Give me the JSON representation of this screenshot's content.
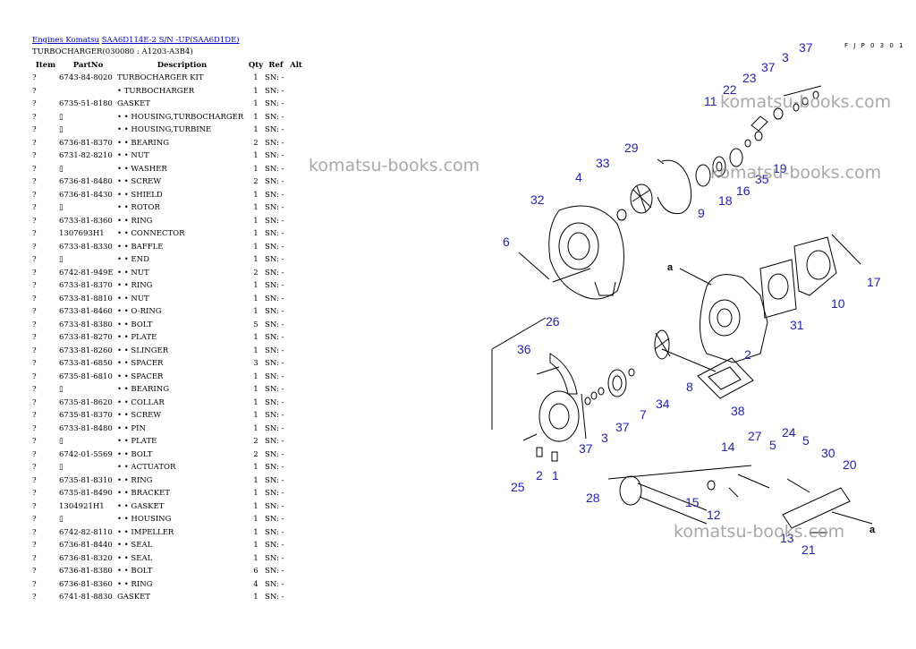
{
  "breadcrumb": {
    "root": "Engines Komatsu",
    "model": "SAA6D114E-2 S/N -UP(SAA6D1DE)"
  },
  "subtitle": "TURBOCHARGER(030080 : A1203-A3B4)",
  "diagram_code": "F J P 0 3 0 1",
  "watermark": "komatsu-books.com",
  "table": {
    "headers": [
      "Item",
      "PartNo",
      "Description",
      "Qty",
      "Ref",
      "Alt"
    ],
    "rows": [
      {
        "item": "?",
        "part": "6743-84-8020",
        "desc": "TURBOCHARGER KIT",
        "qty": "1",
        "ref": "SN: -"
      },
      {
        "item": "?",
        "part": "",
        "desc": "• TURBOCHARGER",
        "qty": "1",
        "ref": "SN: -"
      },
      {
        "item": "?",
        "part": "6735-51-8180",
        "desc": "GASKET",
        "qty": "1",
        "ref": "SN: -"
      },
      {
        "item": "?",
        "part": "▯",
        "desc": "• • HOUSING,TURBOCHARGER",
        "qty": "1",
        "ref": "SN: -"
      },
      {
        "item": "?",
        "part": "▯",
        "desc": "• • HOUSING,TURBINE",
        "qty": "1",
        "ref": "SN: -"
      },
      {
        "item": "?",
        "part": "6736-81-8370",
        "desc": "• • BEARING",
        "qty": "2",
        "ref": "SN: -"
      },
      {
        "item": "?",
        "part": "6731-82-8210",
        "desc": "• • NUT",
        "qty": "1",
        "ref": "SN: -"
      },
      {
        "item": "?",
        "part": "▯",
        "desc": "• • WASHER",
        "qty": "1",
        "ref": "SN: -"
      },
      {
        "item": "?",
        "part": "6736-81-8480",
        "desc": "• • SCREW",
        "qty": "2",
        "ref": "SN: -"
      },
      {
        "item": "?",
        "part": "6736-81-8430",
        "desc": "• • SHIELD",
        "qty": "1",
        "ref": "SN: -"
      },
      {
        "item": "?",
        "part": "▯",
        "desc": "• • ROTOR",
        "qty": "1",
        "ref": "SN: -"
      },
      {
        "item": "?",
        "part": "6733-81-8360",
        "desc": "• • RING",
        "qty": "1",
        "ref": "SN: -"
      },
      {
        "item": "?",
        "part": "1307693H1",
        "desc": "• • CONNECTOR",
        "qty": "1",
        "ref": "SN: -"
      },
      {
        "item": "?",
        "part": "6733-81-8330",
        "desc": "• • BAFFLE",
        "qty": "1",
        "ref": "SN: -"
      },
      {
        "item": "?",
        "part": "▯",
        "desc": "• • END",
        "qty": "1",
        "ref": "SN: -"
      },
      {
        "item": "?",
        "part": "6742-81-949E",
        "desc": "• • NUT",
        "qty": "2",
        "ref": "SN: -"
      },
      {
        "item": "?",
        "part": "6733-81-8370",
        "desc": "• • RING",
        "qty": "1",
        "ref": "SN: -"
      },
      {
        "item": "?",
        "part": "6733-81-8810",
        "desc": "• • NUT",
        "qty": "1",
        "ref": "SN: -"
      },
      {
        "item": "?",
        "part": "6733-81-8460",
        "desc": "• • O-RING",
        "qty": "1",
        "ref": "SN: -"
      },
      {
        "item": "?",
        "part": "6733-81-8380",
        "desc": "• • BOLT",
        "qty": "5",
        "ref": "SN: -"
      },
      {
        "item": "?",
        "part": "6733-81-8270",
        "desc": "• • PLATE",
        "qty": "1",
        "ref": "SN: -"
      },
      {
        "item": "?",
        "part": "6733-81-8260",
        "desc": "• • SLINGER",
        "qty": "1",
        "ref": "SN: -"
      },
      {
        "item": "?",
        "part": "6733-81-6850",
        "desc": "• • SPACER",
        "qty": "3",
        "ref": "SN: -"
      },
      {
        "item": "?",
        "part": "6735-81-6810",
        "desc": "• • SPACER",
        "qty": "1",
        "ref": "SN: -"
      },
      {
        "item": "?",
        "part": "▯",
        "desc": "• • BEARING",
        "qty": "1",
        "ref": "SN: -"
      },
      {
        "item": "?",
        "part": "6735-81-8620",
        "desc": "• • COLLAR",
        "qty": "1",
        "ref": "SN: -"
      },
      {
        "item": "?",
        "part": "6735-81-8370",
        "desc": "• • SCREW",
        "qty": "1",
        "ref": "SN: -"
      },
      {
        "item": "?",
        "part": "6733-81-8480",
        "desc": "• • PIN",
        "qty": "1",
        "ref": "SN: -"
      },
      {
        "item": "?",
        "part": "▯",
        "desc": "• • PLATE",
        "qty": "2",
        "ref": "SN: -"
      },
      {
        "item": "?",
        "part": "6742-01-5569",
        "desc": "• • BOLT",
        "qty": "2",
        "ref": "SN: -"
      },
      {
        "item": "?",
        "part": "▯",
        "desc": "• • ACTUATOR",
        "qty": "1",
        "ref": "SN: -"
      },
      {
        "item": "?",
        "part": "6735-81-8310",
        "desc": "• • RING",
        "qty": "1",
        "ref": "SN: -"
      },
      {
        "item": "?",
        "part": "6735-81-8490",
        "desc": "• • BRACKET",
        "qty": "1",
        "ref": "SN: -"
      },
      {
        "item": "?",
        "part": "1304921H1",
        "desc": "• • GASKET",
        "qty": "1",
        "ref": "SN: -"
      },
      {
        "item": "?",
        "part": "▯",
        "desc": "• • HOUSING",
        "qty": "1",
        "ref": "SN: -"
      },
      {
        "item": "?",
        "part": "6742-82-8110",
        "desc": "• • IMPELLER",
        "qty": "1",
        "ref": "SN: -"
      },
      {
        "item": "?",
        "part": "6736-81-8440",
        "desc": "• • SEAL",
        "qty": "1",
        "ref": "SN: -"
      },
      {
        "item": "?",
        "part": "6736-81-8320",
        "desc": "• • SEAL",
        "qty": "1",
        "ref": "SN: -"
      },
      {
        "item": "?",
        "part": "6736-81-8380",
        "desc": "• • BOLT",
        "qty": "6",
        "ref": "SN: -"
      },
      {
        "item": "?",
        "part": "6736-81-8360",
        "desc": "• • RING",
        "qty": "4",
        "ref": "SN: -"
      },
      {
        "item": "?",
        "part": "6741-81-8830",
        "desc": "GASKET",
        "qty": "1",
        "ref": "SN: -"
      }
    ]
  },
  "callouts": {
    "c37a": "37",
    "c3a": "3",
    "c23": "23",
    "c37b": "37",
    "c22": "22",
    "c11": "11",
    "c19": "19",
    "c35": "35",
    "c16": "16",
    "c18": "18",
    "c9": "9",
    "c29": "29",
    "c33": "33",
    "c4": "4",
    "c32": "32",
    "c6": "6",
    "c17": "17",
    "c10": "10",
    "c31": "31",
    "c2a": "2",
    "c8": "8",
    "c34": "34",
    "c7": "7",
    "c38": "38",
    "c26": "26",
    "c36": "36",
    "c37c": "37",
    "c3b": "3",
    "c37d": "37",
    "c25": "25",
    "c2b": "2",
    "c1": "1",
    "c28": "28",
    "c15": "15",
    "c12": "12",
    "c14": "14",
    "c27": "27",
    "c5a": "5",
    "c24": "24",
    "c5b": "5",
    "c30": "30",
    "c20": "20",
    "c13": "13",
    "c21": "21",
    "arrow_a": "a",
    "arrow_a2": "a"
  }
}
